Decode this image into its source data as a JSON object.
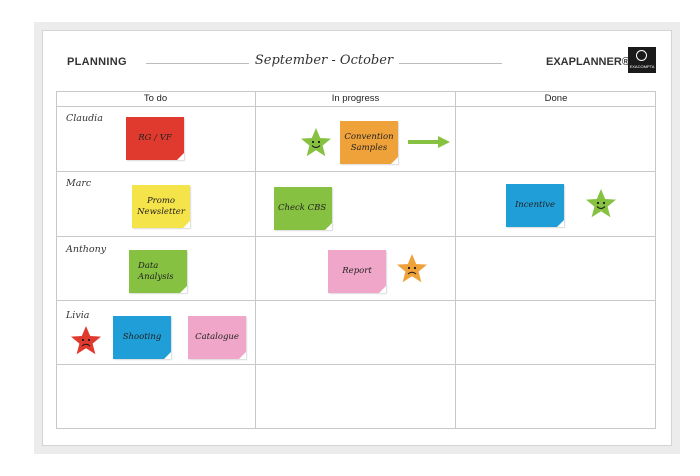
{
  "header": {
    "left_label": "PLANNING",
    "title": "September - October",
    "brand": "EXAPLANNER®",
    "logo_text": "EXACOMPTA"
  },
  "columns": [
    {
      "label": "To do"
    },
    {
      "label": "In progress"
    },
    {
      "label": "Done"
    }
  ],
  "rows": [
    {
      "name": "Claudia"
    },
    {
      "name": "Marc"
    },
    {
      "name": "Anthony"
    },
    {
      "name": "Livia"
    }
  ],
  "notes": [
    {
      "label": "RG / VF",
      "color": "#e03a2e"
    },
    {
      "label": "Convention Samples",
      "color": "#f0a23a"
    },
    {
      "label": "Promo Newsletter",
      "color": "#f5e34a"
    },
    {
      "label": "Check CBS",
      "color": "#86c142"
    },
    {
      "label": "Incentive",
      "color": "#1f9ed8"
    },
    {
      "label": "Data Analysis",
      "color": "#86c142"
    },
    {
      "label": "Report",
      "color": "#f0a6c8"
    },
    {
      "label": "Shooting",
      "color": "#1f9ed8"
    },
    {
      "label": "Catalogue",
      "color": "#f0a6c8"
    }
  ],
  "stickers": [
    {
      "icon": "happy-star-icon",
      "color": "#86c142"
    },
    {
      "icon": "happy-star-icon",
      "color": "#86c142"
    },
    {
      "icon": "sad-star-icon",
      "color": "#f0a23a"
    },
    {
      "icon": "sad-star-icon",
      "color": "#e03a2e"
    }
  ],
  "arrow": {
    "icon": "right-arrow-icon",
    "color": "#86c142"
  }
}
